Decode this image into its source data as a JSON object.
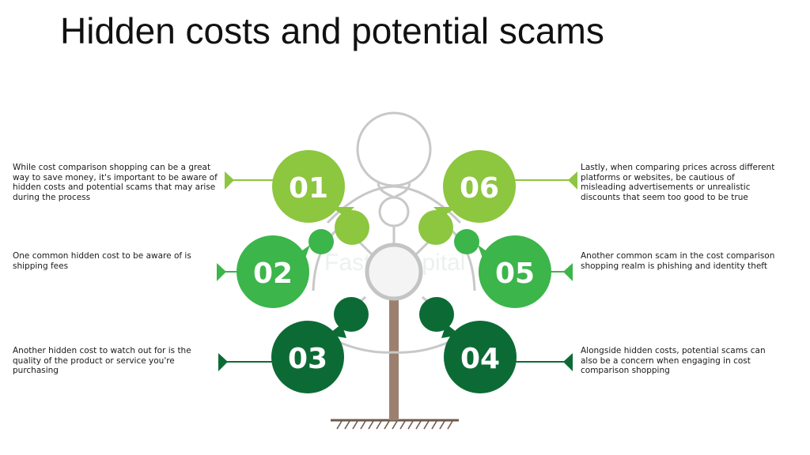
{
  "title": "Hidden costs and potential scams",
  "watermark": "FasterCapital",
  "colors": {
    "light_green": "#8dc63f",
    "mid_green": "#3cb54b",
    "dark_green": "#0c6b35",
    "trunk": "#9b8070",
    "outline": "#c8c8c8"
  },
  "items": [
    {
      "number": "01",
      "text": "While cost comparison shopping can be a great way to save money, it's important to be aware of hidden costs and potential scams that may arise during the process"
    },
    {
      "number": "02",
      "text": "One common hidden cost to be aware of is shipping fees"
    },
    {
      "number": "03",
      "text": "Another hidden cost to watch out for is the quality of the product or service you're purchasing"
    },
    {
      "number": "04",
      "text": "Alongside hidden costs, potential scams can also be a concern when engaging in cost comparison shopping"
    },
    {
      "number": "05",
      "text": "Another common scam in the cost comparison shopping realm is phishing and identity theft"
    },
    {
      "number": "06",
      "text": "Lastly, when comparing prices across different platforms or websites, be cautious of misleading advertisements or unrealistic discounts that seem too good to be true"
    }
  ]
}
